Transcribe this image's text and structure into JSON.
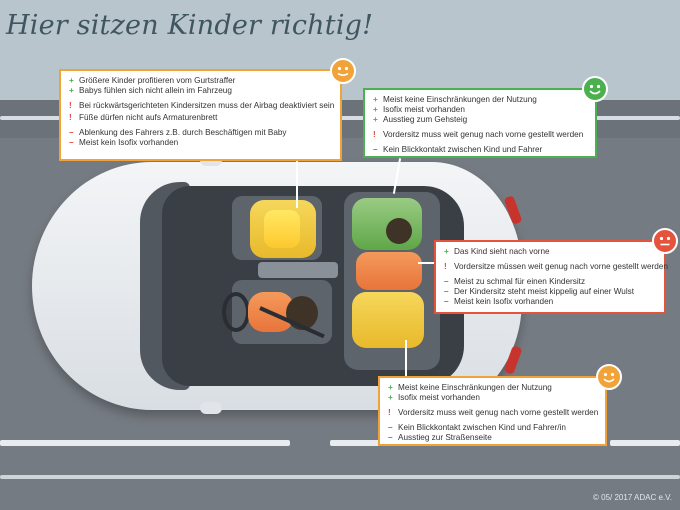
{
  "title": "Hier sitzen Kinder richtig!",
  "copyright": "© 05/ 2017 ADAC e.V.",
  "colors": {
    "orange": "#f1a33a",
    "green": "#4caf50",
    "red": "#e5533c",
    "title": "#3f5660"
  },
  "boxes": {
    "front_passenger": {
      "smiley": "neutral-smiley-icon",
      "pros": [
        "Größere Kinder profitieren vom Gurtstraffer",
        "Babys fühlen sich nicht allein im Fahrzeug"
      ],
      "warnings": [
        "Bei rückwärtsgerichteten Kindersitzen muss der Airbag deaktiviert sein",
        "Füße dürfen nicht aufs Armaturenbrett"
      ],
      "cons": [
        "Ablenkung des Fahrers z.B. durch Beschäftigen mit Baby",
        "Meist kein Isofix vorhanden"
      ]
    },
    "rear_right": {
      "smiley": "happy-smiley-icon",
      "pros": [
        "Meist keine Einschränkungen der Nutzung",
        "Isofix meist vorhanden",
        "Ausstieg zum Gehsteig"
      ],
      "warnings": [
        "Vordersitz muss weit genug nach vorne gestellt werden"
      ],
      "cons": [
        "Kein Blickkontakt zwischen Kind und Fahrer"
      ]
    },
    "rear_middle": {
      "smiley": "unhappy-smiley-icon",
      "pros": [
        "Das Kind sieht nach vorne"
      ],
      "warnings": [
        "Vordersitze müssen weit genug nach vorne gestellt werden"
      ],
      "cons": [
        "Meist zu schmal für einen Kindersitz",
        "Der Kindersitz steht meist kippelig auf einer Wulst",
        "Meist kein Isofix vorhanden"
      ]
    },
    "rear_left": {
      "smiley": "happy-smiley-icon",
      "pros": [
        "Meist keine Einschränkungen der Nutzung",
        "Isofix meist vorhanden"
      ],
      "warnings": [
        "Vordersitz muss weit genug nach vorne gestellt werden"
      ],
      "cons": [
        "Kein Blickkontakt zwischen Kind und Fahrer/in",
        "Ausstieg zur Straßenseite"
      ]
    }
  }
}
